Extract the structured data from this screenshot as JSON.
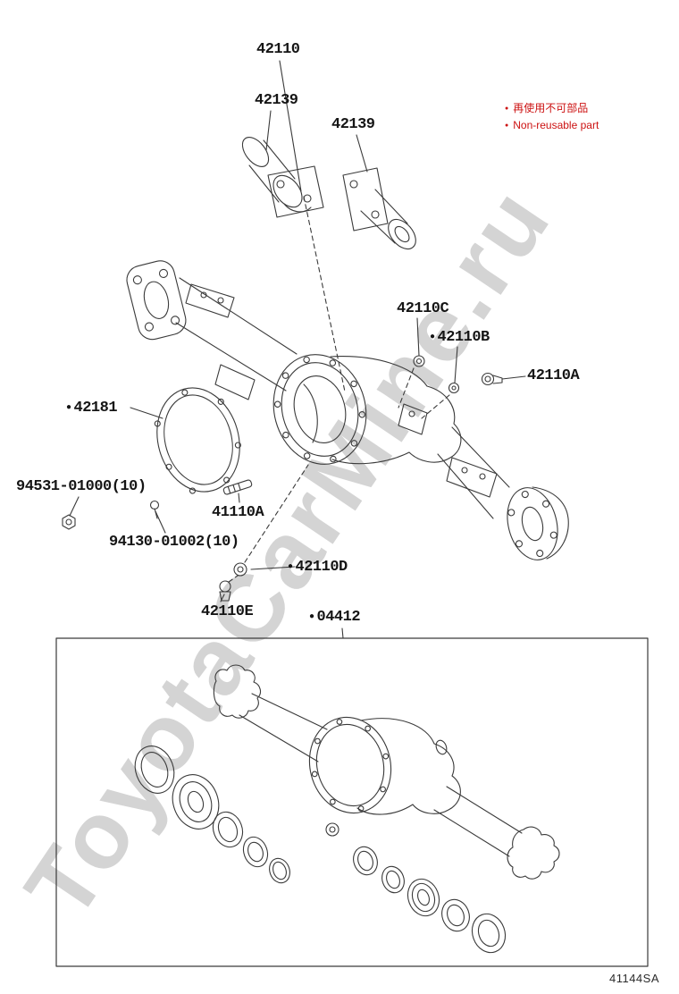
{
  "watermark": "ToyotaCarMine.ru",
  "diagram_code": "41144SA",
  "colors": {
    "legend_red": "#cc1111",
    "line_art": "#3a3a3a",
    "background": "#ffffff"
  },
  "legend": {
    "bullet": "●",
    "line1": "再使用不可部品",
    "line2": "Non-reusable part"
  },
  "labels": [
    {
      "text": "42110",
      "bullet": false
    },
    {
      "text": "42139",
      "bullet": false
    },
    {
      "text": "42139",
      "bullet": false
    },
    {
      "text": "42110C",
      "bullet": false
    },
    {
      "text": "42110B",
      "bullet": true
    },
    {
      "text": "42110A",
      "bullet": false
    },
    {
      "text": "42181",
      "bullet": true
    },
    {
      "text": "94531-01000(10)",
      "bullet": false
    },
    {
      "text": "41110A",
      "bullet": false
    },
    {
      "text": "94130-01002(10)",
      "bullet": false
    },
    {
      "text": "42110D",
      "bullet": true
    },
    {
      "text": "42110E",
      "bullet": false
    },
    {
      "text": "04412",
      "bullet": true
    }
  ]
}
